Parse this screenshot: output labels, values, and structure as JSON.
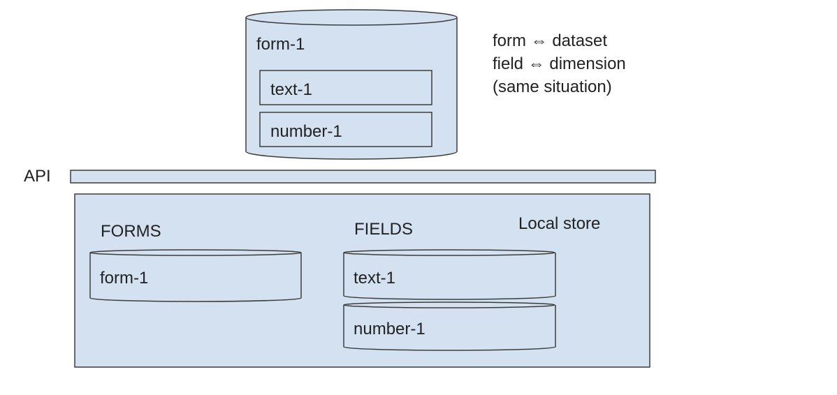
{
  "remote_db": {
    "title": "form-1",
    "fields": [
      "text-1",
      "number-1"
    ]
  },
  "notes": [
    "form ⇔ dataset",
    "field ⇔ dimension",
    "(same situation)"
  ],
  "api_label": "API",
  "local_store": {
    "label": "Local store",
    "forms": {
      "heading": "FORMS",
      "items": [
        "form-1"
      ]
    },
    "fields": {
      "heading": "FIELDS",
      "items": [
        "text-1",
        "number-1"
      ]
    }
  },
  "colors": {
    "fill": "#d3e1f0",
    "stroke": "#3c3c3c"
  }
}
